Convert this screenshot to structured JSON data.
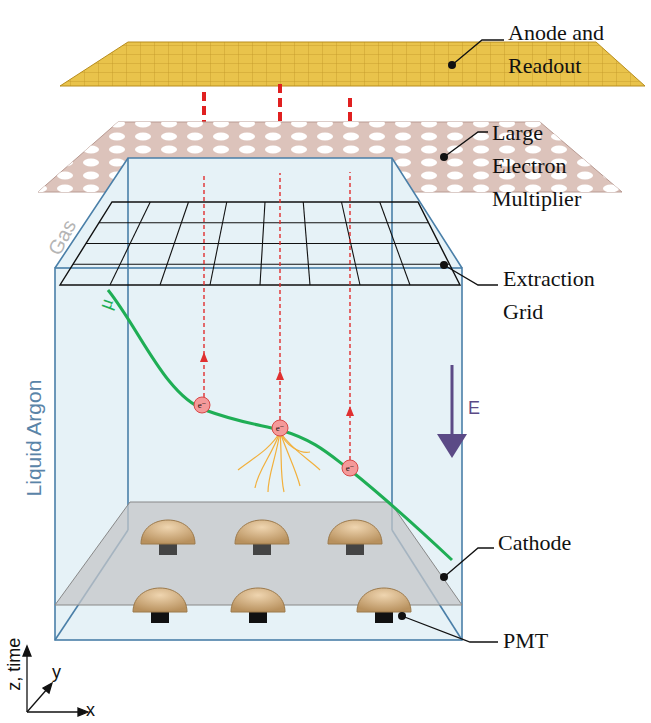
{
  "diagram": {
    "labels": [
      "Anode and Readout",
      "Large Electron Multiplier",
      "Extraction Grid",
      "Cathode",
      "PMT",
      "Gas",
      "Liquid Argon",
      "μ",
      "e⁻",
      "e⁻",
      "e⁻",
      "E",
      "z, time",
      "y",
      "x"
    ]
  }
}
